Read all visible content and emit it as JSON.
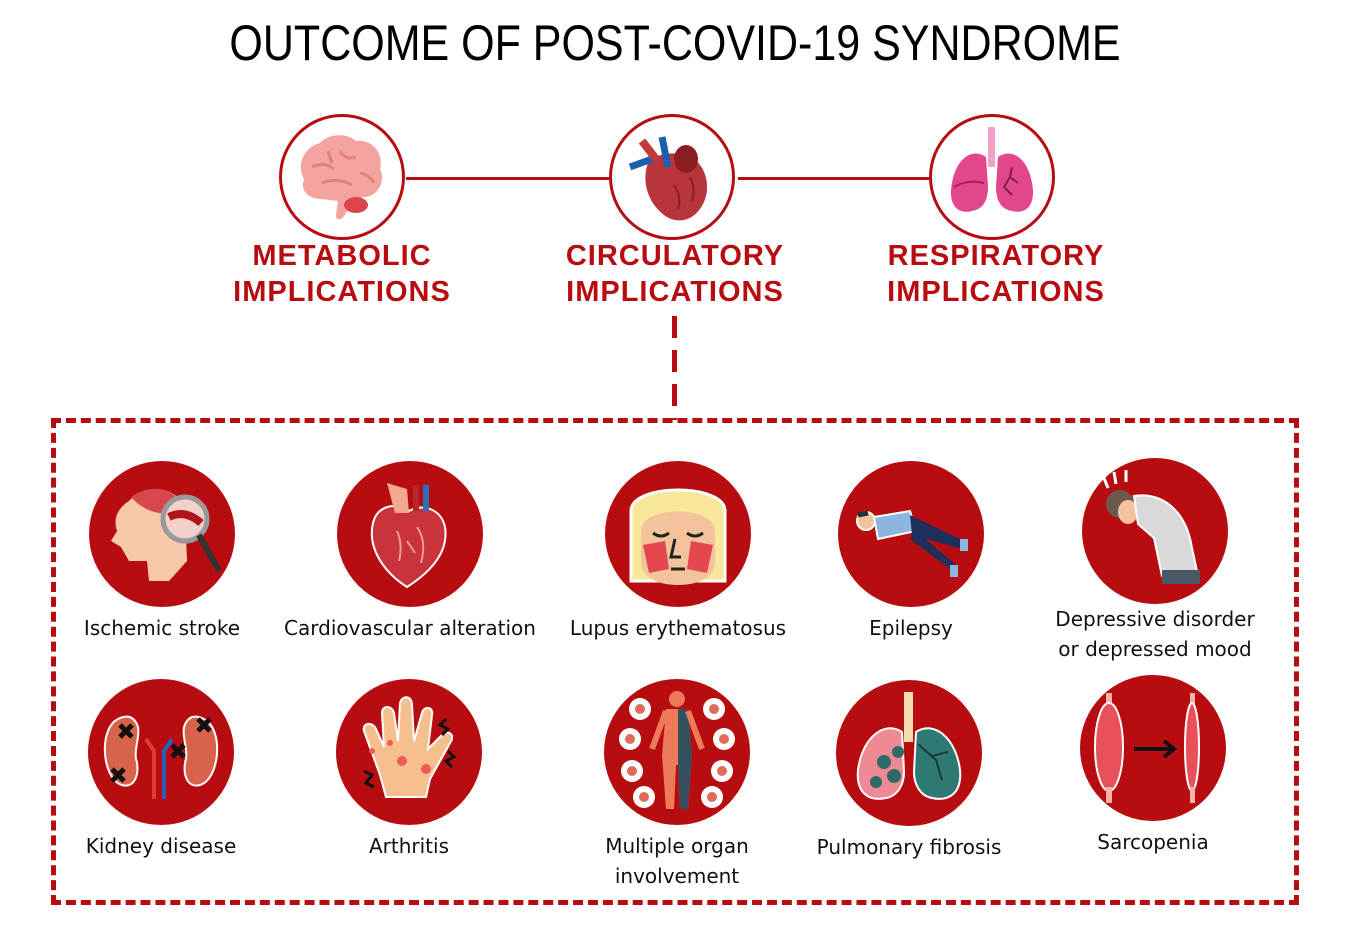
{
  "title": "OUTCOME OF POST-COVID-19 SYNDROME",
  "colors": {
    "accent": "#b80d10",
    "text": "#111111",
    "background": "#ffffff"
  },
  "categories": [
    {
      "line1": "METABOLIC",
      "line2": "IMPLICATIONS",
      "icon": "brain-icon"
    },
    {
      "line1": "CIRCULATORY",
      "line2": "IMPLICATIONS",
      "icon": "heart-icon"
    },
    {
      "line1": "RESPIRATORY",
      "line2": "IMPLICATIONS",
      "icon": "lungs-icon"
    }
  ],
  "outcomes": [
    {
      "line1": "Ischemic stroke",
      "line2": "",
      "icon": "stroke-head-magnifier-icon"
    },
    {
      "line1": "Cardiovascular alteration",
      "line2": "",
      "icon": "anatomical-heart-icon"
    },
    {
      "line1": "Lupus erythematosus",
      "line2": "",
      "icon": "face-rash-icon"
    },
    {
      "line1": "Epilepsy",
      "line2": "",
      "icon": "seizure-person-icon"
    },
    {
      "line1": "Depressive disorder",
      "line2": "or depressed mood",
      "icon": "depressed-person-icon"
    },
    {
      "line1": "Kidney disease",
      "line2": "",
      "icon": "kidneys-icon"
    },
    {
      "line1": "Arthritis",
      "line2": "",
      "icon": "painful-hand-icon"
    },
    {
      "line1": "Multiple organ",
      "line2": "involvement",
      "icon": "body-organs-icon"
    },
    {
      "line1": "Pulmonary fibrosis",
      "line2": "",
      "icon": "fibrotic-lungs-icon"
    },
    {
      "line1": "Sarcopenia",
      "line2": "",
      "icon": "muscle-atrophy-icon"
    }
  ]
}
